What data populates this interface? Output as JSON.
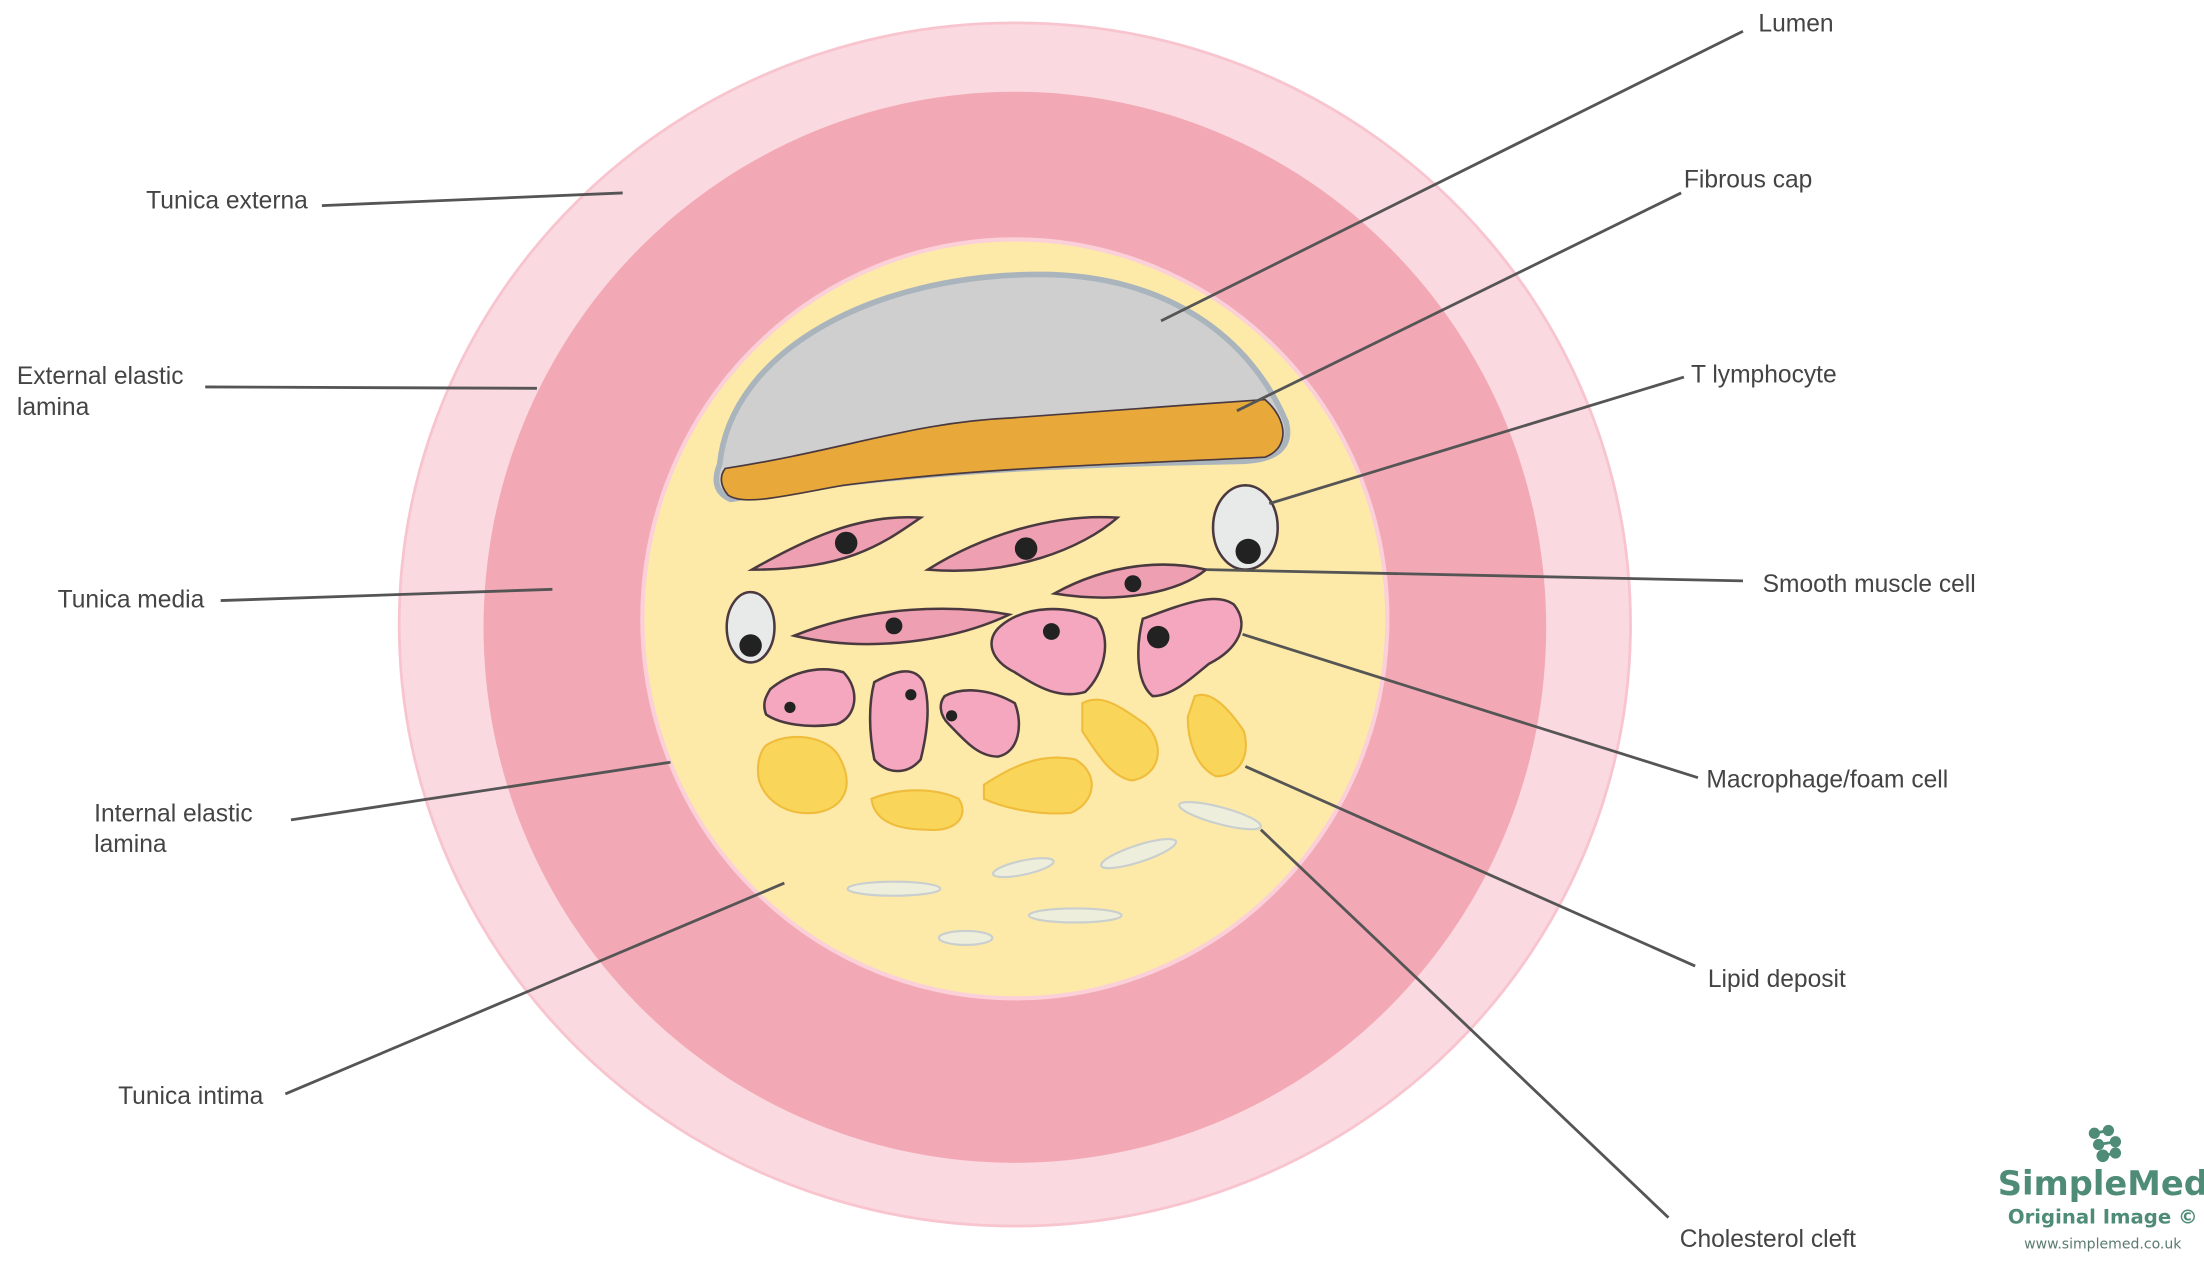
{
  "labels": {
    "tunica_externa": "Tunica externa",
    "external_elastic_lamina": [
      "External elastic",
      "lamina"
    ],
    "tunica_media": "Tunica media",
    "internal_elastic_lamina": [
      "Internal elastic",
      "lamina"
    ],
    "tunica_intima": "Tunica intima",
    "lumen": "Lumen",
    "fibrous_cap": "Fibrous cap",
    "t_lymphocyte": "T lymphocyte",
    "smooth_muscle_cell": "Smooth muscle cell",
    "macrophage": "Macrophage/foam cell",
    "lipid_deposit": "Lipid deposit",
    "cholesterol_cleft": "Cholesterol cleft"
  },
  "logo": {
    "brand": "SimpleMed",
    "tagline": "Original Image ©",
    "url": "www.simplemed.co.uk"
  },
  "colors": {
    "tunica_externa": "#fbd9e0",
    "tunica_media": "#f2a9b5",
    "tunica_intima": "#fde9a8",
    "lumen": "#cfcfcf",
    "fibrous_cap": "#e9a93a",
    "smooth_muscle": "#eea0b2",
    "macrophage": "#f4a7bf",
    "lipid": "#f9d65a",
    "cholesterol": "#eeeedd",
    "logo": "#4f8c78"
  }
}
